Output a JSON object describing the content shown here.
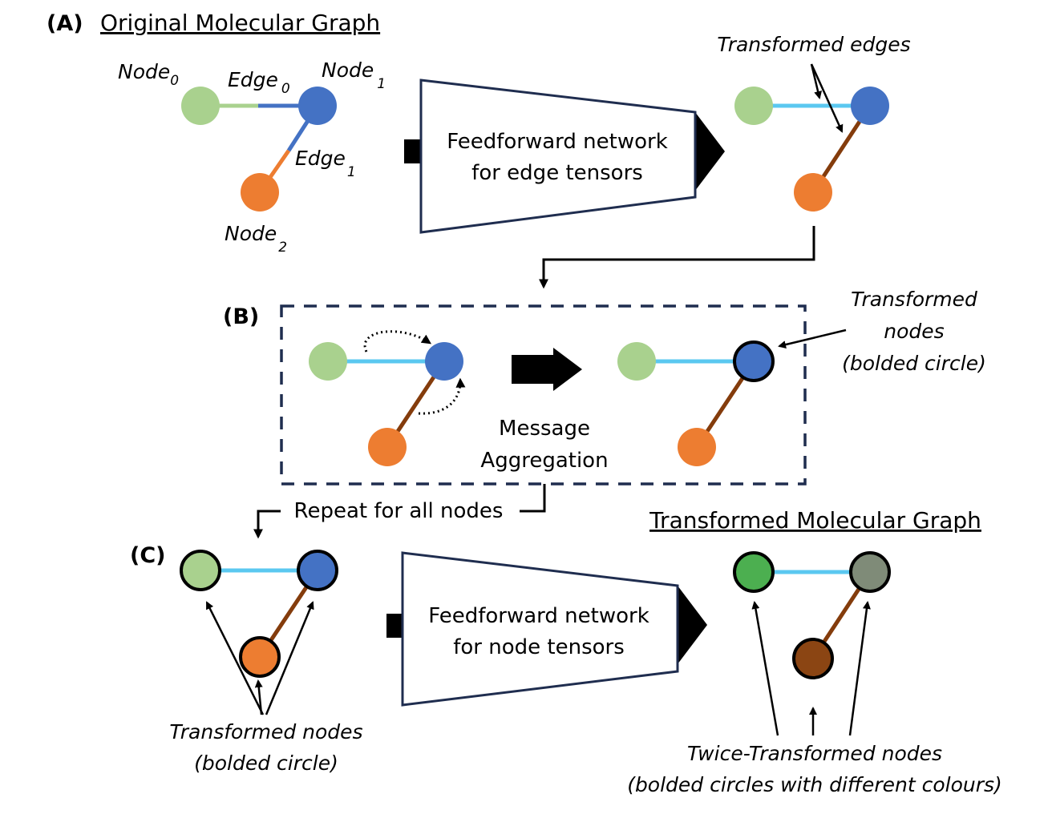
{
  "colors": {
    "node_green": "#a9d18e",
    "node_blue": "#4472c4",
    "node_orange": "#ed7d31",
    "edge_cyan": "#5bc8f0",
    "edge_brown": "#843c0c",
    "twice_green": "#4caf50",
    "twice_gray": "#7f8b78",
    "twice_brown": "#8b4513",
    "box_stroke": "#1f2d4f",
    "dash_stroke": "#1f2d4f"
  },
  "panel_a": {
    "label": "(A)",
    "title": "Original Molecular Graph",
    "node0": {
      "base": "Node",
      "sub": "0"
    },
    "node1": {
      "base": "Node",
      "sub": "1"
    },
    "node2": {
      "base": "Node",
      "sub": "2"
    },
    "edge0": {
      "base": "Edge",
      "sub": "0"
    },
    "edge1": {
      "base": "Edge",
      "sub": "1"
    },
    "ffn_line1": "Feedforward network",
    "ffn_line2": "for edge tensors",
    "transformed_edges": "Transformed edges"
  },
  "panel_b": {
    "label": "(B)",
    "message_line1": "Message",
    "message_line2": "Aggregation",
    "note_line1": "Transformed",
    "note_line2": "nodes",
    "note_line3": "(bolded circle)",
    "repeat": "Repeat for all nodes"
  },
  "panel_c": {
    "label": "(C)",
    "ffn_line1": "Feedforward network",
    "ffn_line2": "for node tensors",
    "note_line1": "Transformed nodes",
    "note_line2": "(bolded circle)",
    "result_title": "Transformed Molecular Graph",
    "twice_line1": "Twice-Transformed nodes",
    "twice_line2": "(bolded circles with different colours)"
  }
}
